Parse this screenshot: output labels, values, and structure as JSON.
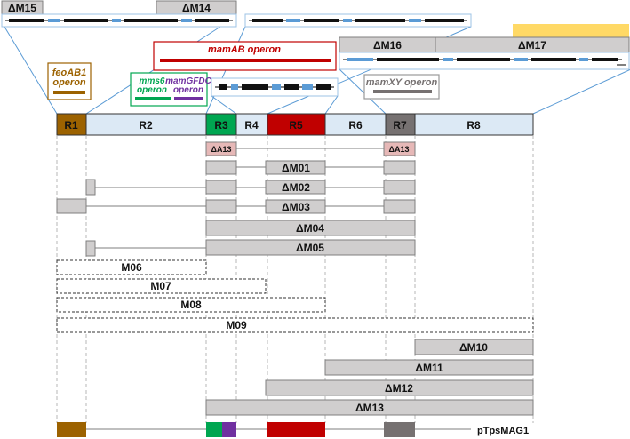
{
  "regions": [
    {
      "label": "R1",
      "fill": "#9c6200"
    },
    {
      "label": "R2",
      "fill": "#dce9f5"
    },
    {
      "label": "R3",
      "fill": "#00a651"
    },
    {
      "label": "R4",
      "fill": "#dce9f5"
    },
    {
      "label": "R5",
      "fill": "#c00000"
    },
    {
      "label": "R6",
      "fill": "#dce9f5"
    },
    {
      "label": "R7",
      "fill": "#767171"
    },
    {
      "label": "R8",
      "fill": "#dce9f5"
    }
  ],
  "operons": {
    "feoab1": {
      "label": "feoAB1\noperon",
      "color": "#9c6200"
    },
    "mms6": {
      "label": "mms6\noperon",
      "color": "#00a651"
    },
    "mamgfdc": {
      "label": "mamGFDC\noperon",
      "color": "#7030a0"
    },
    "mamab": {
      "label": "mamAB operon",
      "color": "#c00000"
    },
    "mamxy": {
      "label": "mamXY operon",
      "color": "#767171"
    }
  },
  "top_labels": {
    "m15": "ΔM15",
    "m14": "ΔM14",
    "m16": "ΔM16",
    "m17": "ΔM17"
  },
  "deletions": {
    "a13": "ΔA13",
    "m01": "ΔM01",
    "m02": "ΔM02",
    "m03": "ΔM03",
    "m04": "ΔM04",
    "m05": "ΔM05",
    "m06": "M06",
    "m07": "M07",
    "m08": "M08",
    "m09": "M09",
    "m10": "ΔM10",
    "m11": "ΔM11",
    "m12": "ΔM12",
    "m13": "ΔM13"
  },
  "plasmid": {
    "label": "pTpsMAG1"
  },
  "colors": {
    "light_box": "#d0cece",
    "accent_yellow": "#ffd966",
    "gene_blue": "#5b9bd5",
    "a13_fill": "#e6b8b7"
  }
}
